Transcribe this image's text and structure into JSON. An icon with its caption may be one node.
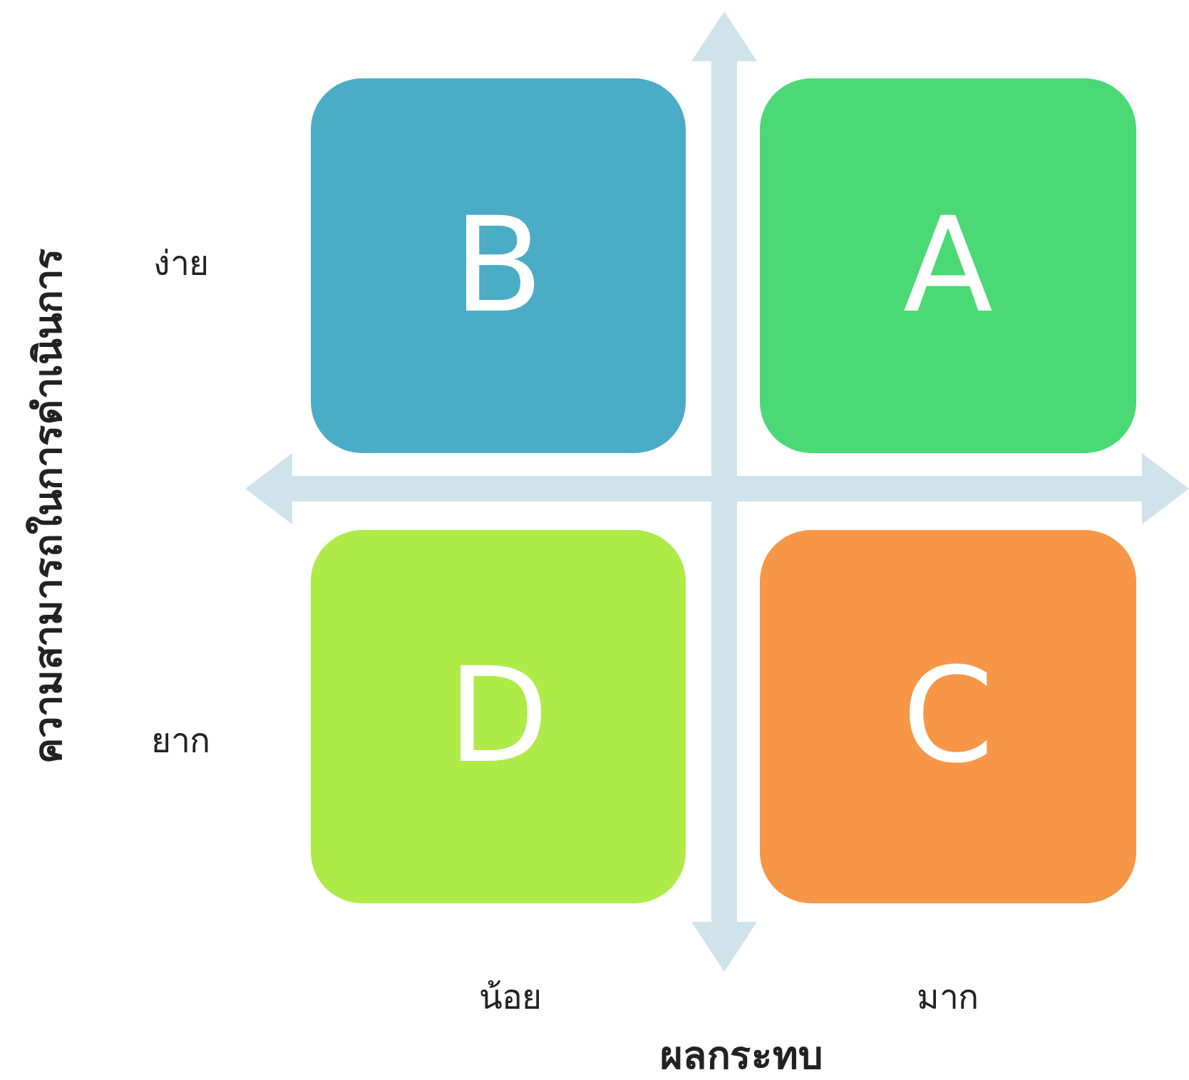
{
  "diagram": {
    "nodes": [
      {
        "text": [
          "B"
        ]
      },
      {
        "text": [
          "A"
        ]
      },
      {
        "text": [
          "D"
        ]
      },
      {
        "text": [
          "C"
        ]
      }
    ],
    "labels": [
      "ความสามารถในการดำเนินการ",
      "ง่าย",
      "ยาก",
      "น้อย",
      "มาก",
      "ผลกระทบ"
    ]
  }
}
